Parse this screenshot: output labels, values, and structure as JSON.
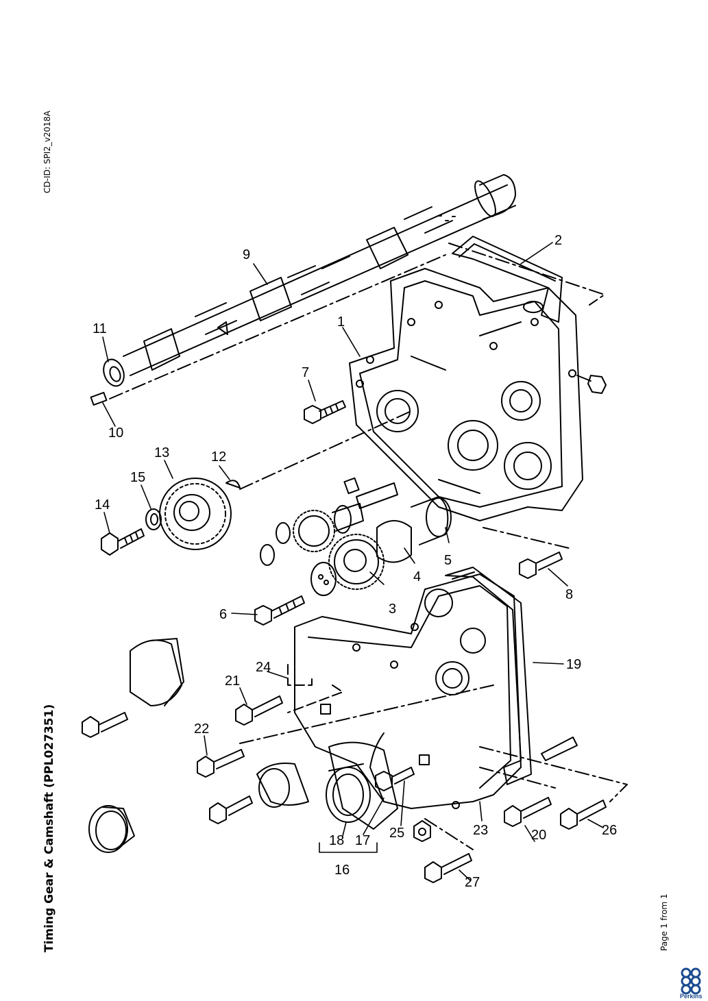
{
  "document": {
    "cd_id": "CD-ID: SPI2_v2018A",
    "title": "Timing Gear & Camshaft (PPL027351)",
    "page_info": "Page 1 from 1",
    "logo_text": "Perkins"
  },
  "callouts": {
    "n1": "1",
    "n2": "2",
    "n3": "3",
    "n4": "4",
    "n5": "5",
    "n6": "6",
    "n7": "7",
    "n8": "8",
    "n9": "9",
    "n10": "10",
    "n11": "11",
    "n12": "12",
    "n13": "13",
    "n14": "14",
    "n15": "15",
    "n16": "16",
    "n17": "17",
    "n18": "18",
    "n19": "19",
    "n20": "20",
    "n21": "21",
    "n22": "22",
    "n23": "23",
    "n24": "24",
    "n25": "25",
    "n26": "26",
    "n27": "27"
  },
  "colors": {
    "ink": "#000000",
    "brand": "#1b4b8f"
  }
}
